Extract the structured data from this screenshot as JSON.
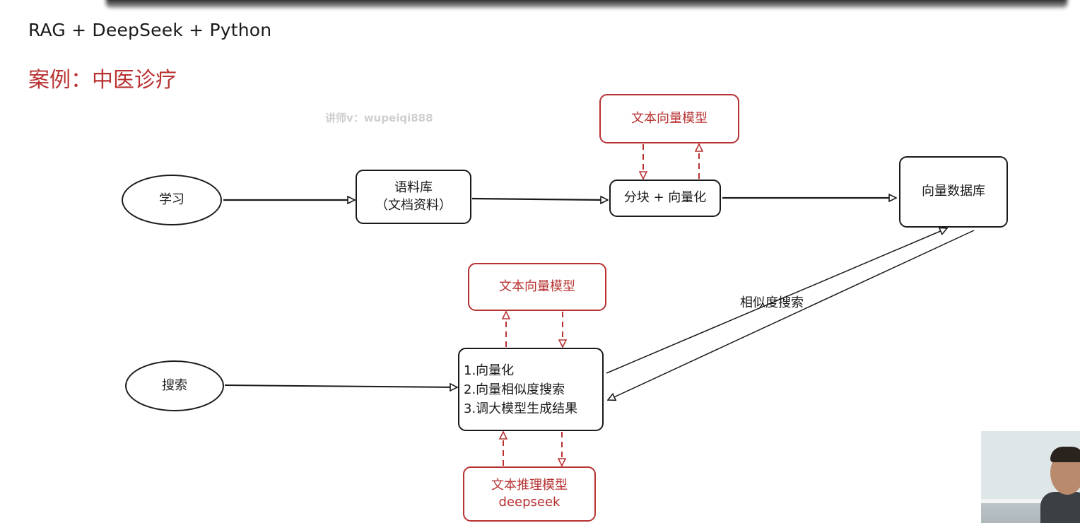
{
  "slide": {
    "subtitle": "RAG  + DeepSeek + Python",
    "case_title": "案例：中医诊疗",
    "watermark": "讲师v：wupeiqi888"
  },
  "diagram": {
    "nodes": {
      "learn": "学习",
      "corpus_line1": "语料库",
      "corpus_line2": "（文档资料）",
      "chunk_vectorize": "分块 + 向量化",
      "vector_db": "向量数据库",
      "text_embedding_model_top": "文本向量模型",
      "text_embedding_model_mid": "文本向量模型",
      "search": "搜索",
      "step1": "1.向量化",
      "step2": "2.向量相似度搜索",
      "step3": "3.调大模型生成结果",
      "reasoning_model": "文本推理模型",
      "reasoning_model_name": "deepseek"
    },
    "edge_labels": {
      "similarity_search": "相似度搜索"
    },
    "colors": {
      "ink": "#1a1a1a",
      "accent": "#b83232",
      "watermark": "#cfcfcf"
    }
  }
}
